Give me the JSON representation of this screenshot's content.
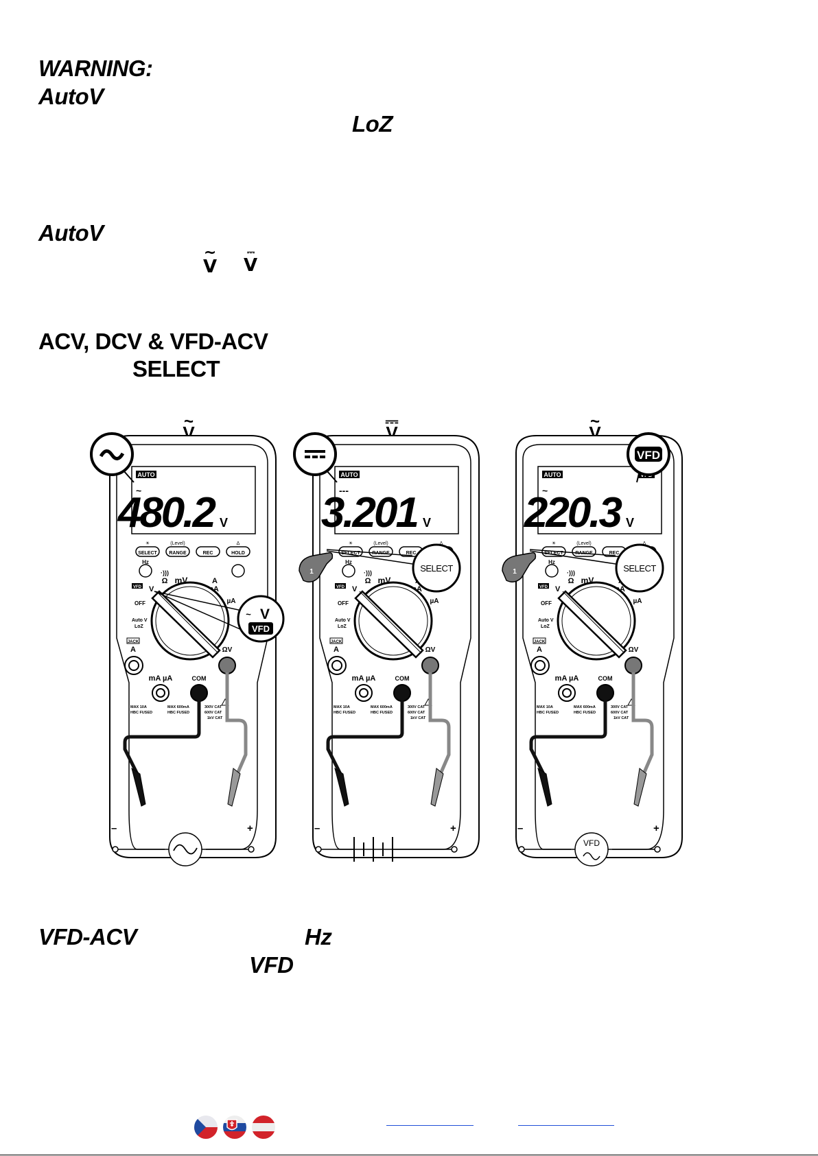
{
  "headings": {
    "warning": "WARNING:",
    "autov_1": "AutoV",
    "loz": "LoZ",
    "autov_2": "AutoV",
    "acv_dcv_vfd": "ACV, DCV & VFD-ACV",
    "select": "SELECT",
    "vfd_acv": "VFD-ACV",
    "hz": "Hz",
    "vfd": "VFD"
  },
  "inline_symbols": {
    "ac_v": "V",
    "dc_v": "V"
  },
  "meters": [
    {
      "label_symbol": "V",
      "label_badge": "",
      "callout": "~",
      "lcd_auto": "AUTO",
      "lcd_vfd": "",
      "lcd_mode": "~",
      "reading": "480.2",
      "unit": "V",
      "finger_label": "",
      "select_callout": "",
      "dial_callout_symbol": "V",
      "dial_callout_badge": "VFD",
      "source": "ac",
      "neg": "–",
      "pos": "+"
    },
    {
      "label_symbol": "V",
      "label_badge": "",
      "callout": "---",
      "lcd_auto": "AUTO",
      "lcd_vfd": "",
      "lcd_mode": "---",
      "reading": "3.201",
      "unit": "V",
      "finger_label": "1",
      "select_callout": "SELECT",
      "dial_callout_symbol": "",
      "dial_callout_badge": "",
      "source": "battery",
      "neg": "–",
      "pos": "+"
    },
    {
      "label_symbol": "V",
      "label_badge": "VFD",
      "callout": "VFD",
      "lcd_auto": "AUTO",
      "lcd_vfd": "VFD",
      "lcd_mode": "~",
      "reading": "220.3",
      "unit": "V",
      "finger_label": "1",
      "select_callout": "SELECT",
      "dial_callout_symbol": "",
      "dial_callout_badge": "",
      "source": "vfd",
      "neg": "–",
      "pos": "+"
    }
  ],
  "panel": {
    "keys": [
      "SELECT",
      "RANGE",
      "REC",
      "HOLD"
    ],
    "key_top_labels": [
      "☀",
      "(Level)",
      "",
      "Δ"
    ],
    "dial_labels": [
      "Hz",
      "·)))",
      "Ω",
      "mV",
      "A",
      "mA",
      "µA",
      "OFF",
      "Auto V",
      "LoZ",
      "VFD"
    ],
    "jack_labels": [
      "A",
      "mA µA",
      "COM",
      "ΩV"
    ],
    "jack_tag": "JACK",
    "fine_print": [
      "MAX 10A",
      "HBC FUSED",
      "MAX 600mA",
      "HBC FUSED",
      "300V CAT",
      "600V CAT",
      "1kV CAT"
    ],
    "vfd_source_label": "VFD"
  }
}
